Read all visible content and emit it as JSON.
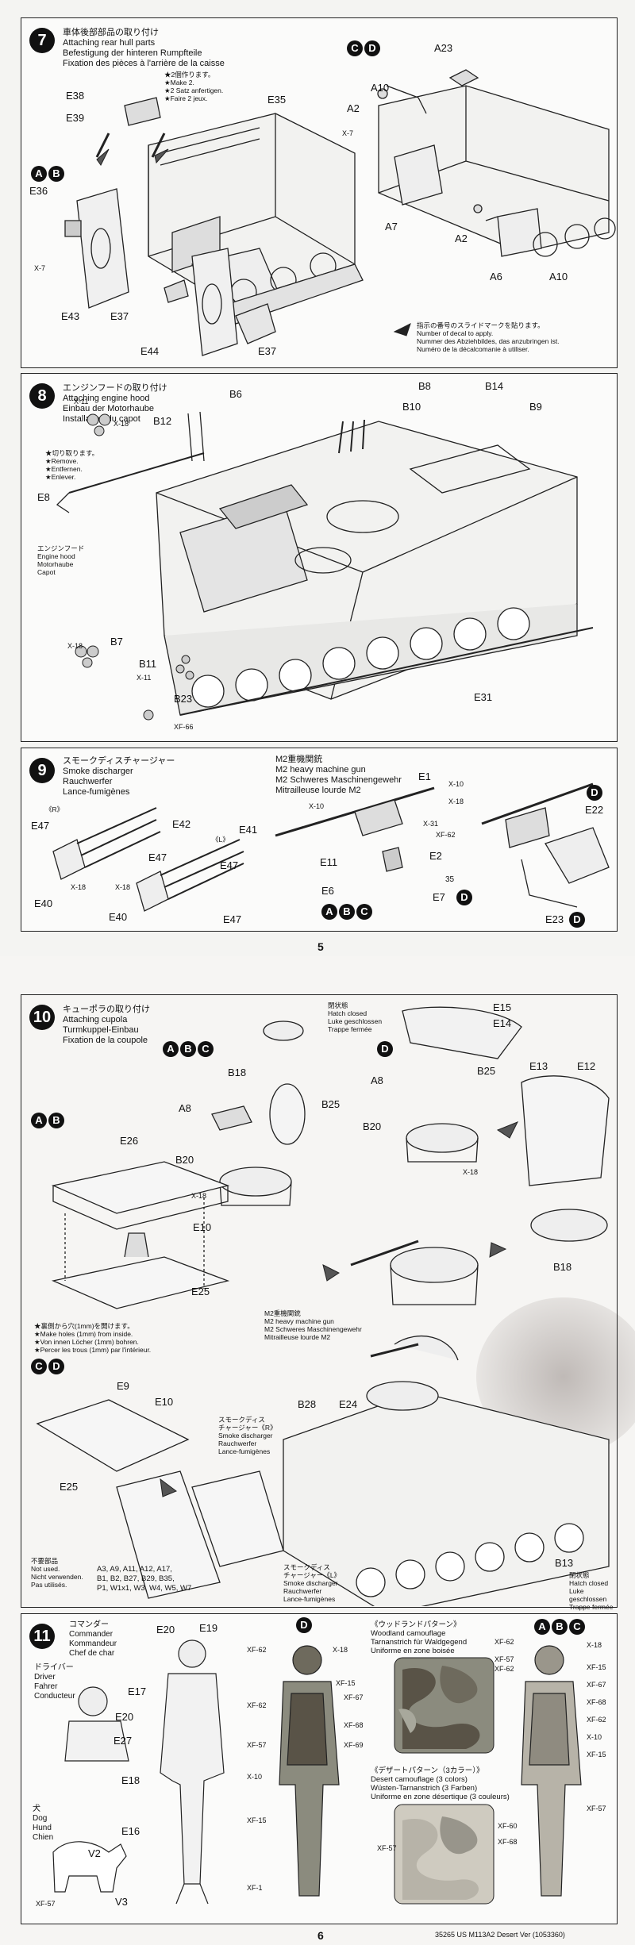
{
  "pages": [
    {
      "page_number": "5"
    },
    {
      "page_number": "6",
      "footer": "35265 US M113A2 Desert Ver (1053360)"
    }
  ],
  "step7": {
    "number": "7",
    "title": "車体後部部品の取り付け\nAttaching rear hull parts\nBefestigung der hinteren Rumpfteile\nFixation des pièces à l'arrière de la caisse",
    "make2": "★2個作ります。\n★Make 2.\n★2 Satz anfertigen.\n★Faire 2 jeux.",
    "variant_left": [
      "A",
      "B"
    ],
    "variant_right": [
      "C",
      "D"
    ],
    "decal_note": "指示の番号のスライドマークを貼ります。\nNumber of decal to apply.\nNummer des Abziehbildes, das anzubringen ist.\nNuméro de la décalcomanie à utiliser.",
    "labels": [
      "E38",
      "E39",
      "E35",
      "E36",
      "X-7",
      "E43",
      "E37",
      "E44",
      "E37",
      "A23",
      "A10",
      "A2",
      "X-7",
      "A7",
      "A2",
      "A6",
      "A10"
    ]
  },
  "step8": {
    "number": "8",
    "title": "エンジンフードの取り付け\nAttaching engine hood\nEinbau der Motorhaube\nInstallation du capot",
    "remove_note": "★切り取ります。\n★Remove.\n★Entfernen.\n★Enlever.",
    "hood_note": "エンジンフード\nEngine hood\nMotorhaube\nCapot",
    "labels": [
      "X-11",
      "X-18",
      "B6",
      "B12",
      "B8",
      "B14",
      "B10",
      "B9",
      "E8",
      "B7",
      "X-18",
      "B11",
      "X-11",
      "B23",
      "XF-66",
      "E31"
    ]
  },
  "step9": {
    "number": "9",
    "title": "スモークディスチャージャー\nSmoke discharger\nRauchwerfer\nLance-fumigènes",
    "mg_title": "M2重機関銃\nM2 heavy machine gun\nM2 Schweres Maschinengewehr\nMitrailleuse lourde M2",
    "right_mark": "《R》",
    "left_mark": "《L》",
    "variants_abc": [
      "A",
      "B",
      "C"
    ],
    "variant_d": "D",
    "labels": [
      "E47",
      "E42",
      "E47",
      "E40",
      "X-18",
      "E41",
      "X-18",
      "E47",
      "E40",
      "E47",
      "E1",
      "X-10",
      "X-10",
      "X-18",
      "X-31",
      "XF-62",
      "E11",
      "E2",
      "35",
      "E6",
      "E7",
      "E22",
      "E23"
    ]
  },
  "step10": {
    "number": "10",
    "title": "キューポラの取り付け\nAttaching cupola\nTurmkuppel-Einbau\nFixation de la coupole",
    "hatch_closed": "閉状態\nHatch closed\nLuke geschlossen\nTrappe fermée",
    "holes_note": "★裏側から穴(1mm)を開けます。\n★Make holes (1mm) from inside.\n★Von innen Löcher (1mm) bohren.\n★Percer les trous (1mm) par l'intérieur.",
    "mg_title": "M2重機関銃\nM2 heavy machine gun\nM2 Schweres Maschinengewehr\nMitrailleuse lourde M2",
    "smoke_r": "スモークディス\nチャージャー《R》\nSmoke discharger\nRauchwerfer\nLance-fumigènes",
    "smoke_l": "スモークディス\nチャージャー《L》\nSmoke discharger\nRauchwerfer\nLance-fumigènes",
    "not_used": "不要部品\nNot used.\nNicht verwenden.\nPas utilisés.",
    "not_used_parts": "A3, A9, A11, A12, A17,\nB1, B2, B27, B29, B35,\nP1, W1x1, W3, W4, W5, W7",
    "hatch_closed_b13": "閉状態\nHatch closed\nLuke geschlossen\nTrappe fermée",
    "variants_abc": [
      "A",
      "B",
      "C"
    ],
    "variants_ab": [
      "A",
      "B"
    ],
    "variants_cd": [
      "C",
      "D"
    ],
    "variant_d": "D",
    "labels": [
      "E15",
      "E14",
      "E13",
      "E12",
      "B18",
      "B25",
      "A8",
      "B25",
      "A8",
      "B20",
      "B20",
      "X-18",
      "X-18",
      "E26",
      "E10",
      "B18",
      "E25",
      "E9",
      "E10",
      "E25",
      "B28",
      "E24",
      "B13"
    ]
  },
  "step11": {
    "number": "11",
    "commander": "コマンダー\nCommander\nKommandeur\nChef de char",
    "driver": "ドライバー\nDriver\nFahrer\nConducteur",
    "dog": "犬\nDog\nHund\nChien",
    "woodland": "《ウッドランドパターン》\nWoodland camouflage\nTarnanstrich für Waldgegend\nUniforme en zone boisée",
    "desert": "《デザートパターン（3カラー）》\nDesert camouflage (3 colors)\nWüsten-Tarnanstrich (3 Farben)\nUniforme en zone désertique (3 couleurs)",
    "variant_d": "D",
    "variants_abc": [
      "A",
      "B",
      "C"
    ],
    "labels": [
      "E20",
      "E19",
      "E17",
      "E20",
      "E27",
      "E18",
      "E16",
      "V2",
      "V3",
      "XF-57",
      "XF-62",
      "X-18",
      "XF-62",
      "XF-15",
      "XF-67",
      "XF-68",
      "XF-57",
      "XF-69",
      "X-10",
      "XF-15",
      "XF-1",
      "XF-60",
      "XF-68",
      "XF-57",
      "XF-62",
      "XF-57",
      "XF-62",
      "X-18",
      "XF-15",
      "XF-67",
      "XF-68",
      "XF-62",
      "X-10",
      "XF-15",
      "XF-57"
    ]
  },
  "colors": {
    "camo_woodland": [
      "#6e6a5d",
      "#8b8b7e",
      "#a8a89c",
      "#595347"
    ],
    "camo_desert": [
      "#b7b3a8",
      "#cfcbc0",
      "#98958b"
    ],
    "badge": "#111111",
    "line": "#222222"
  }
}
